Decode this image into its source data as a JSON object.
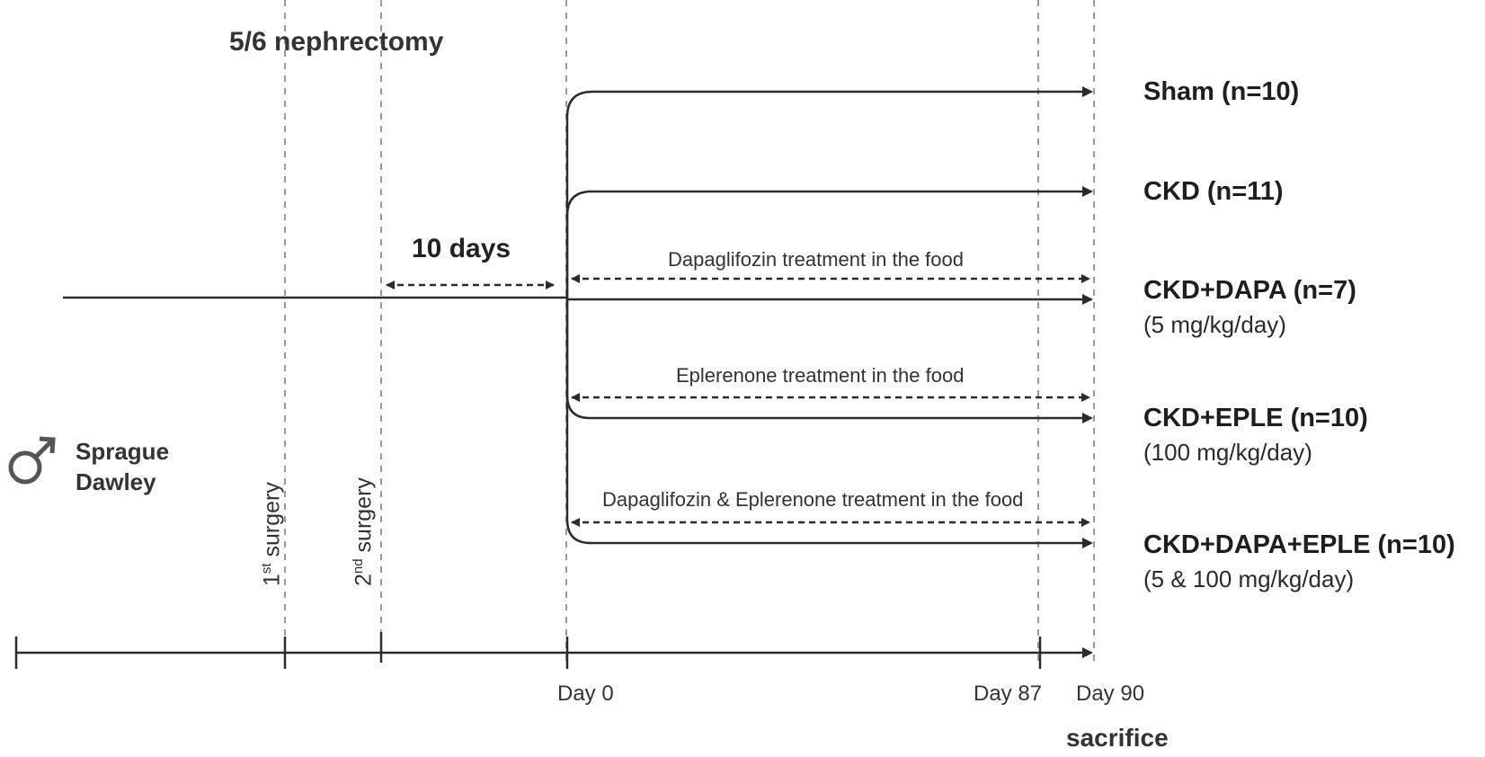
{
  "heading": "5/6 nephrectomy",
  "interval_label": "10 days",
  "species_icon": "male-symbol-icon",
  "strain": {
    "line1": "Sprague",
    "line2": "Dawley"
  },
  "surgeries": [
    {
      "ordinal": "1",
      "suffix": "st",
      "text": " surgery"
    },
    {
      "ordinal": "2",
      "suffix": "nd",
      "text": " surgery"
    }
  ],
  "treatments": {
    "dapa": "Dapaglifozin treatment in the food",
    "eple": "Eplerenone treatment in the food",
    "combo": "Dapaglifozin & Eplerenone treatment in the food"
  },
  "groups": [
    {
      "name": "Sham (n=10)",
      "dose": ""
    },
    {
      "name": "CKD (n=11)",
      "dose": ""
    },
    {
      "name": "CKD+DAPA (n=7)",
      "dose": "(5 mg/kg/day)"
    },
    {
      "name": "CKD+EPLE (n=10)",
      "dose": "(100 mg/kg/day)"
    },
    {
      "name": "CKD+DAPA+EPLE (n=10)",
      "dose": "(5 & 100 mg/kg/day)"
    }
  ],
  "timeline": {
    "day0": "Day 0",
    "day87": "Day 87",
    "day90": "Day 90",
    "endpoint": "sacrifice"
  }
}
